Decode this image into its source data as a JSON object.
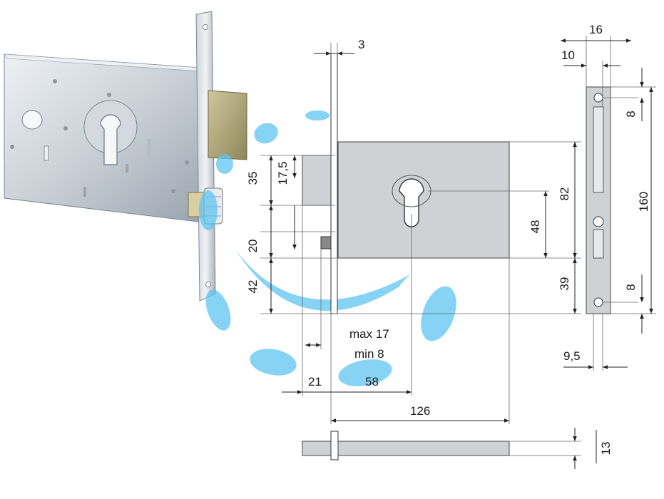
{
  "colors": {
    "metal_light": "#dfe4ea",
    "metal_mid": "#b9c2cb",
    "metal_dark": "#8d97a1",
    "brass": "#b7ad80",
    "drawing_fill": "#cfd2d4",
    "line": "#2a2a2a",
    "watermark": "#5fc4f2"
  },
  "icons": {
    "photo": "mortise-lock-photo",
    "watermark": "watermark-drop-icon"
  },
  "dimensions": {
    "faceplate_thickness": "3",
    "faceplate_width": "16",
    "faceplate_inset": "10",
    "case_upper": "35",
    "cylinder_half": "17,5",
    "latch_zone": "20",
    "case_lower": "42",
    "case_height": "82",
    "cylinder_center": "48",
    "cylinder_bottom": "39",
    "screw_top": "8",
    "faceplate_length": "160",
    "screw_bottom": "8",
    "bolt_throw_max": "max 17",
    "bolt_throw_min": "min 8",
    "bolt_offset": "21",
    "backset": "58",
    "case_depth": "126",
    "faceplate_hole": "9,5",
    "bolt_height": "13"
  }
}
